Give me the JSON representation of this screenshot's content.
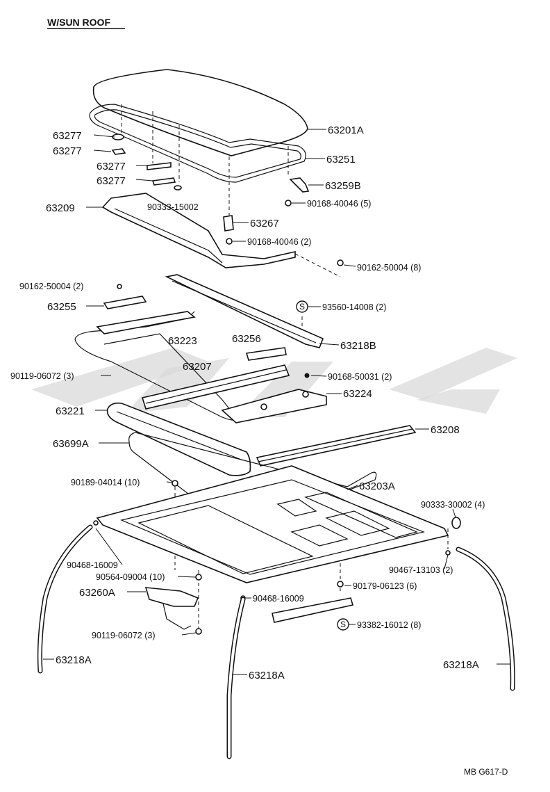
{
  "title": "W/SUN ROOF",
  "footer_code": "MB G617-D",
  "watermark": "",
  "callouts": [
    {
      "id": "c1",
      "text": "63277"
    },
    {
      "id": "c2",
      "text": "63277"
    },
    {
      "id": "c3",
      "text": "63277"
    },
    {
      "id": "c4",
      "text": "63277"
    },
    {
      "id": "c5",
      "text": "63209"
    },
    {
      "id": "c6",
      "text": "90333-15002"
    },
    {
      "id": "c7",
      "text": "63201A"
    },
    {
      "id": "c8",
      "text": "63251"
    },
    {
      "id": "c9",
      "text": "63259B"
    },
    {
      "id": "c10",
      "text": "90168-40046 (5)"
    },
    {
      "id": "c11",
      "text": "63267"
    },
    {
      "id": "c12",
      "text": "90168-40046 (2)"
    },
    {
      "id": "c13",
      "text": "90162-50004 (8)"
    },
    {
      "id": "c14",
      "text": "90162-50004 (2)"
    },
    {
      "id": "c15",
      "text": "63255"
    },
    {
      "id": "c16",
      "text": "93560-14008 (2)"
    },
    {
      "id": "c17",
      "text": "63223"
    },
    {
      "id": "c18",
      "text": "63256"
    },
    {
      "id": "c19",
      "text": "63218B"
    },
    {
      "id": "c20",
      "text": "90119-06072 (3)"
    },
    {
      "id": "c21",
      "text": "63207"
    },
    {
      "id": "c22",
      "text": "90168-50031 (2)"
    },
    {
      "id": "c23",
      "text": "63224"
    },
    {
      "id": "c24",
      "text": "63221"
    },
    {
      "id": "c25",
      "text": "63208"
    },
    {
      "id": "c26",
      "text": "63699A"
    },
    {
      "id": "c27",
      "text": "90189-04014 (10)"
    },
    {
      "id": "c28",
      "text": "63203A"
    },
    {
      "id": "c29",
      "text": "90333-30002 (4)"
    },
    {
      "id": "c30",
      "text": "90468-16009"
    },
    {
      "id": "c31",
      "text": "90564-09004 (10)"
    },
    {
      "id": "c32",
      "text": "63260A"
    },
    {
      "id": "c33",
      "text": "90468-16009"
    },
    {
      "id": "c34",
      "text": "90467-13103 (2)"
    },
    {
      "id": "c35",
      "text": "90179-06123 (6)"
    },
    {
      "id": "c36",
      "text": "93382-16012 (8)"
    },
    {
      "id": "c37",
      "text": "90119-06072 (3)"
    },
    {
      "id": "c38",
      "text": "63218A"
    },
    {
      "id": "c39",
      "text": "63218A"
    },
    {
      "id": "c40",
      "text": "63218A"
    }
  ],
  "symbol_letter": "S"
}
